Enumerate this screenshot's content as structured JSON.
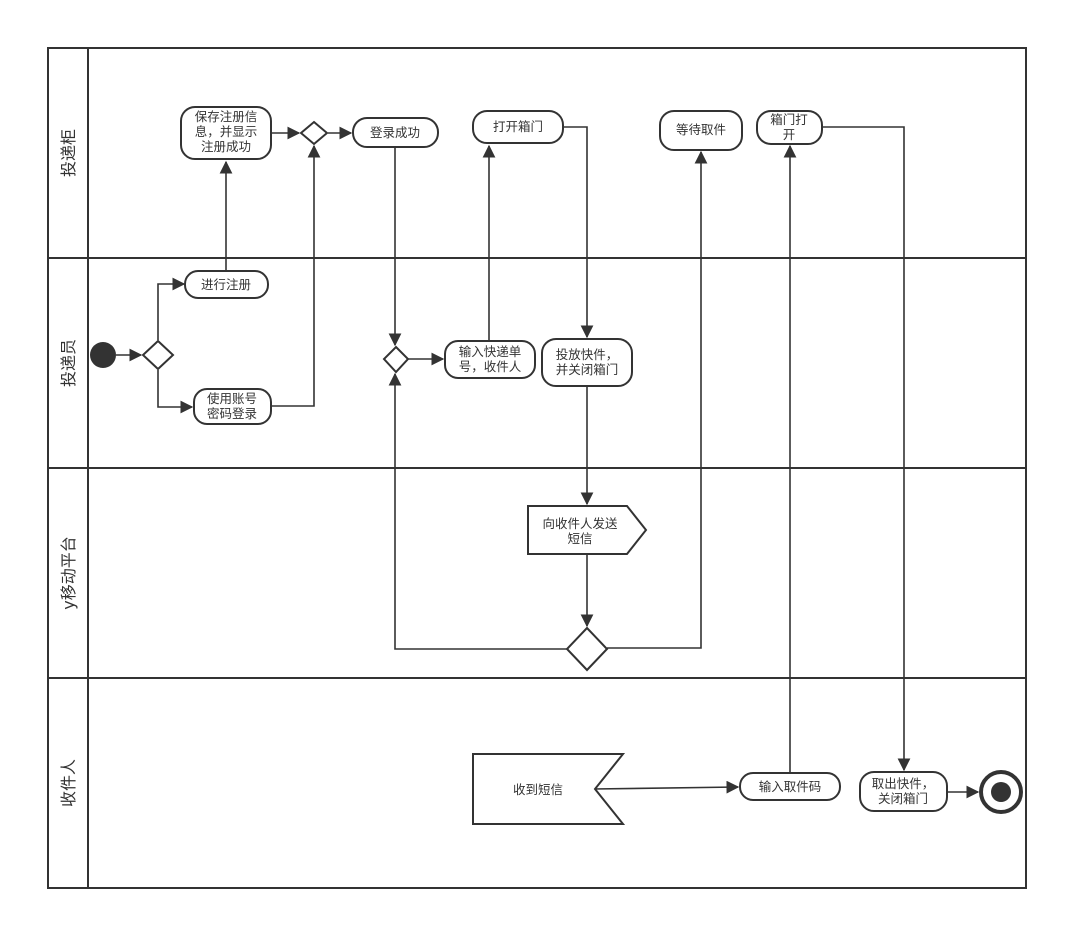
{
  "lanes": [
    {
      "id": "locker",
      "title": "投递柜"
    },
    {
      "id": "courier",
      "title": "投递员"
    },
    {
      "id": "platform",
      "title": "y移动平台"
    },
    {
      "id": "recipient",
      "title": "收件人"
    }
  ],
  "nodes": {
    "save_register": "保存注册信|息，并显示|注册成功",
    "login_success": "登录成功",
    "open_door": "打开箱门",
    "wait_pickup": "等待取件",
    "door_open": "箱门打|开",
    "register": "进行注册",
    "login_account": "使用账号|密码登录",
    "input_tracking": "输入快递单|号，收件人",
    "place_package": "投放快件，|并关闭箱门",
    "send_sms": "向收件人发送|短信",
    "receive_sms": "收到短信",
    "input_code": "输入取件码",
    "take_out": "取出快件，|关闭箱门"
  },
  "colors": {
    "stroke": "#333333",
    "fill": "#ffffff",
    "text": "#333333"
  }
}
